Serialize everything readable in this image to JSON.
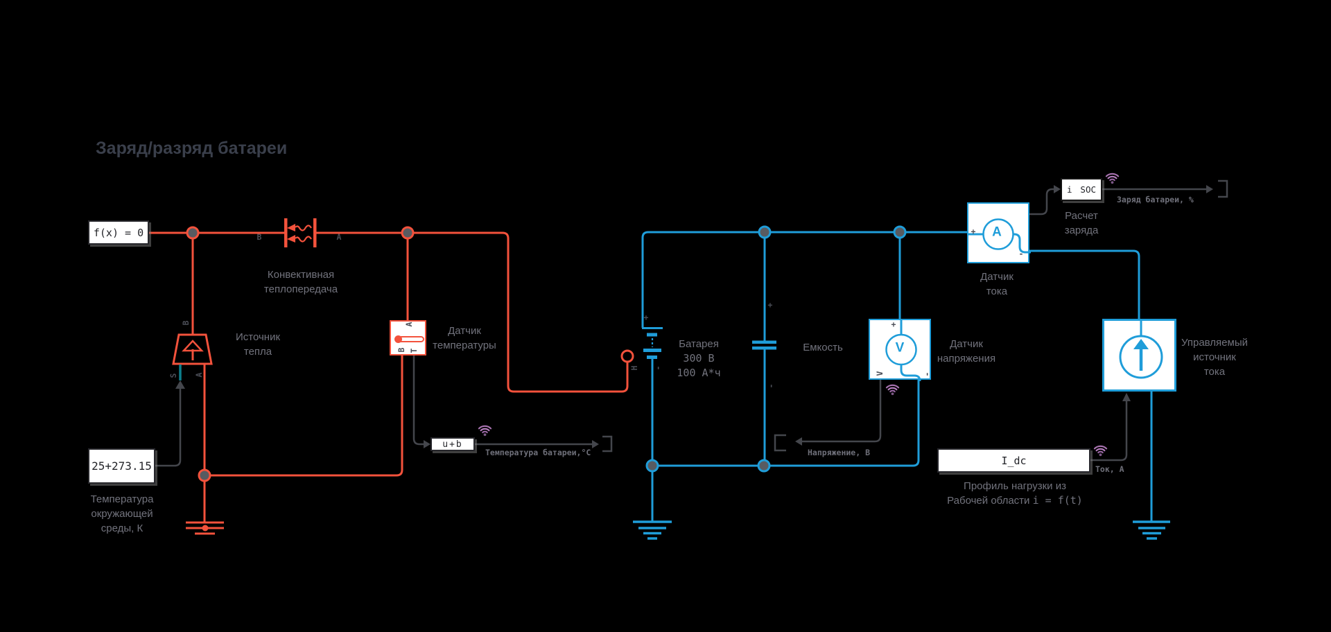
{
  "title": "Заряд/разряд батареи",
  "thermal": {
    "fx_block": "f(x) = 0",
    "convection_label": [
      "Конвективная",
      "теплопередача"
    ],
    "heat_source_label": [
      "Источник",
      "тепла"
    ],
    "temp_sensor_label": [
      "Датчик",
      "температуры"
    ],
    "ambient_block": "25+273.15",
    "ambient_label": [
      "Температура",
      "окружающей",
      "среды, К"
    ],
    "bias_block": "u+b",
    "temp_signal_label": "Температура батареи,°C",
    "ports": {
      "conv_b": "B",
      "conv_a": "A",
      "hs_b": "B",
      "hs_s": "S",
      "hs_a": "A",
      "ts_a": "A",
      "ts_b": "B",
      "ts_t": "T"
    }
  },
  "electrical": {
    "battery_label": [
      "Батарея",
      "300 В",
      "100 А*ч"
    ],
    "capacitor_label": "Емкость",
    "voltage_sensor_label": [
      "Датчик",
      "напряжения"
    ],
    "voltage_meter_letter": "V",
    "current_sensor_label": [
      "Датчик",
      "тока"
    ],
    "current_meter_letter": "A",
    "source_label": [
      "Управляемый",
      "источник",
      "тока"
    ],
    "voltage_signal_label": "Напряжение, В",
    "ports": {
      "bat_plus": "+",
      "bat_minus": "-",
      "bat_h": "H",
      "cap_plus": "+",
      "cap_minus": "-",
      "vs_plus": "+",
      "vs_v": "V",
      "vs_minus": "-",
      "cs_plus": "+",
      "cs_minus": "-"
    }
  },
  "charge": {
    "soc_block_in": "i",
    "soc_block_out": "SOC",
    "soc_label": [
      "Расчет",
      "заряда"
    ],
    "soc_signal_label": "Заряд батареи, %"
  },
  "load": {
    "idc_block": "I_dc",
    "current_signal_label": "Ток, А",
    "profile_label_line1": "Профиль нагрузки из",
    "profile_label_line2_text": "Рабочей области",
    "profile_label_line2_formula": "i = f(t)"
  },
  "colors": {
    "thermal_red": "#f3523c",
    "electrical_blue": "#1f9dd9",
    "signal_dark": "#44464c",
    "label_gray": "#72737d",
    "port_teal": "#0d7f8c",
    "wifi_purple": "#a974b1"
  }
}
